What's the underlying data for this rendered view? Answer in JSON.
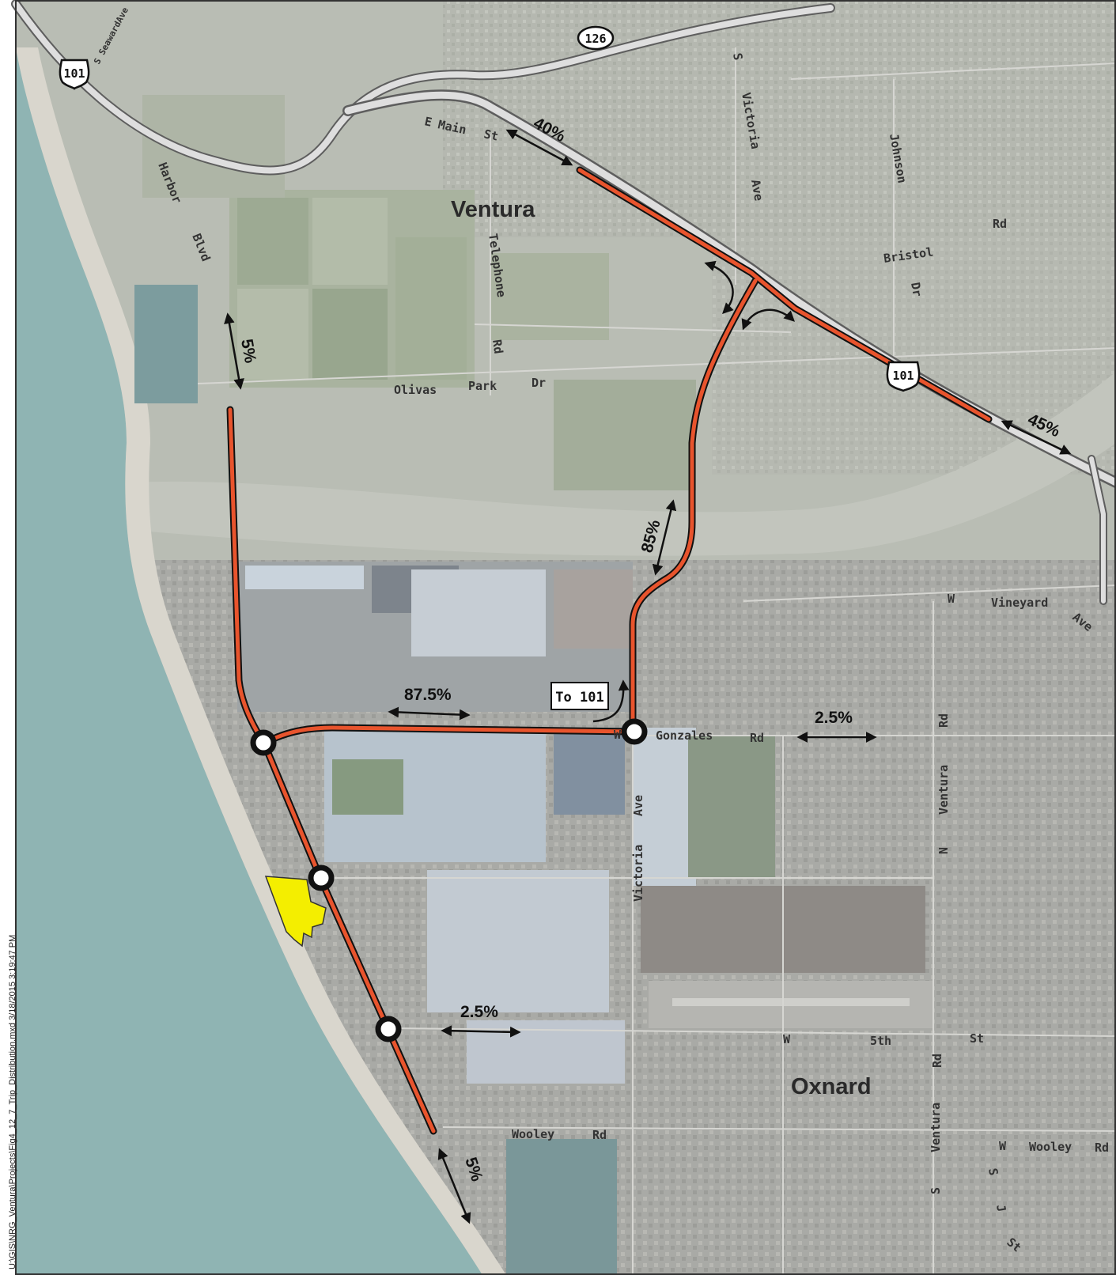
{
  "map": {
    "title": "Trip Distribution",
    "file_path": "U:\\GIS\\NRG_Ventura\\Projects\\Fig4_12_7_Trip_Distribution.mxd  3/18/2015 3:19:47 PM",
    "cities": {
      "ventura": "Ventura",
      "oxnard": "Oxnard"
    },
    "shields": {
      "us101_a": "101",
      "us101_b": "101",
      "sr126": "126"
    },
    "streets": {
      "seaward": "S SeawardAve",
      "harbor": "Harbor",
      "blvd": "Blvd",
      "emain_1": "E",
      "emain_2": "Main",
      "emain_3": "St",
      "sv_s": "S",
      "sv_victoria": "Victoria",
      "sv_ave": "Ave",
      "johnson": "Johnson",
      "johnson_rd": "Rd",
      "bristol": "Bristol",
      "bristol_dr": "Dr",
      "telephone": "Telephone",
      "telephone_rd": "Rd",
      "olivas": "Olivas",
      "park": "Park",
      "dr": "Dr",
      "vineyard_w": "W",
      "vineyard": "Vineyard",
      "vineyard_ave": "Ave",
      "gonzales_w": "W",
      "gonzales": "Gonzales",
      "gonzales_rd": "Rd",
      "nv_rd": "Rd",
      "nv_ventura": "Ventura",
      "nv_n": "N",
      "victoria_ave_s": "Ave",
      "victoria_s": "Victoria",
      "fifth_w": "W",
      "fifth": "5th",
      "fifth_st": "St",
      "sv2_rd": "Rd",
      "sv2_ventura": "Ventura",
      "sv2_s": "S",
      "wooley": "Wooley",
      "wooley_rd": "Rd",
      "wooley2_w": "W",
      "wooley2": "Wooley",
      "wooley2_rd": "Rd",
      "sj_s": "S",
      "sj_j": "J",
      "sj_st": "St"
    },
    "distribution": {
      "harbor_north": "5%",
      "us101_north": "40%",
      "us101_south": "45%",
      "victoria_north": "85%",
      "gonzales_west": "87.5%",
      "gonzales_east": "2.5%",
      "fifth_east": "2.5%",
      "harbor_south": "5%"
    },
    "callouts": {
      "to101": "To 101"
    },
    "colors": {
      "route_fill": "#e8542d",
      "route_outline": "#111111",
      "project_site": "#f4ee00",
      "ocean": "#8fb4b3",
      "land_north": "#b9bdb4",
      "land_south": "#a7a9a6"
    }
  }
}
